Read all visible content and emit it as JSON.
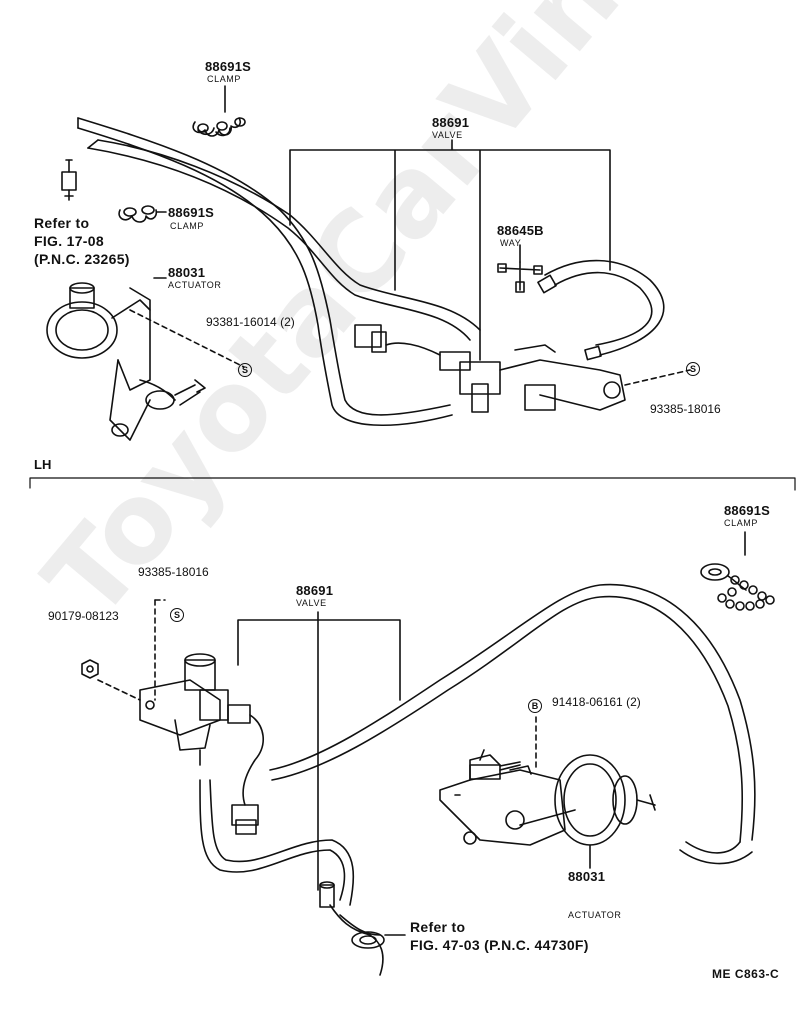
{
  "watermark": "ToyotaCarVine.ru",
  "top": {
    "clamp_a": {
      "pn": "88691S",
      "name": "CLAMP"
    },
    "valve": {
      "pn": "88691",
      "name": "VALVE"
    },
    "clamp_b": {
      "pn": "88691S",
      "name": "CLAMP"
    },
    "ref1": {
      "line1": "Refer to",
      "line2": "FIG. 17-08",
      "line3": "(P.N.C. 23265)"
    },
    "way": {
      "pn": "88645B",
      "name": "WAY"
    },
    "actuator": {
      "pn": "88031",
      "name": "ACTUATOR"
    },
    "screw1": {
      "pn": "93381-16014 (2)",
      "mark": "S"
    },
    "screw2": {
      "pn": "93385-18016",
      "mark": "S"
    }
  },
  "section_label": "LH",
  "bottom": {
    "clamp": {
      "pn": "88691S",
      "name": "CLAMP"
    },
    "screw": {
      "pn": "93385-18016",
      "mark": "S"
    },
    "valve": {
      "pn": "88691",
      "name": "VALVE"
    },
    "nut": {
      "pn": "90179-08123"
    },
    "bolt": {
      "pn": "91418-06161 (2)",
      "mark": "B"
    },
    "actuator": {
      "pn": "88031",
      "name": "ACTUATOR"
    },
    "ref2": {
      "line1": "Refer to",
      "line2": "FIG. 47-03 (P.N.C. 44730F)"
    }
  },
  "footer": "ME  C863-C"
}
